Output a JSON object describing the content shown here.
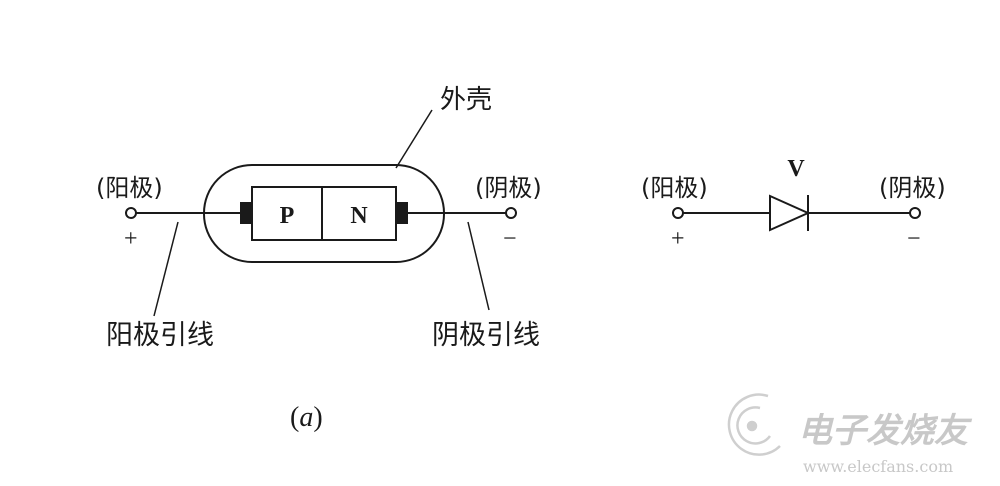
{
  "diagram_a": {
    "shell_label": "外壳",
    "anode_top": "(阳极)",
    "cathode_top": "(阴极)",
    "plus": "+",
    "minus": "−",
    "p_label": "P",
    "n_label": "N",
    "anode_lead": "阳极引线",
    "cathode_lead": "阴极引线",
    "caption_open": "(",
    "caption_letter": "a",
    "caption_close": ")"
  },
  "symbol": {
    "anode_top": "(阳极)",
    "cathode_top": "(阴极)",
    "v_label": "V",
    "plus": "+",
    "minus": "−"
  },
  "watermark": {
    "title": "电子发烧友",
    "url": "www.elecfans.com"
  },
  "colors": {
    "ink": "#1a1a1a",
    "watermark": "#c8c8c8"
  }
}
